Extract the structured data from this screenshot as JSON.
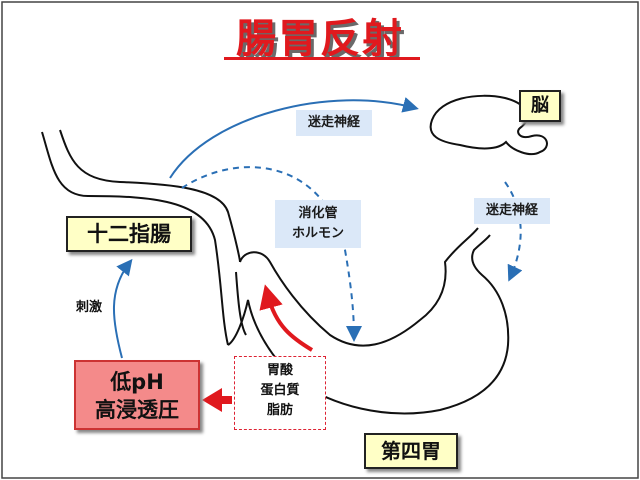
{
  "title": "腸胃反射",
  "labels": {
    "brain": "脳",
    "duodenum": "十二指腸",
    "abomasum": "第四胃",
    "vagus_top": "迷走神経",
    "vagus_right": "迷走神経",
    "hormone_line1": "消化管",
    "hormone_line2": "ホルモン",
    "stimulus": "刺激",
    "contents_line1": "胃酸",
    "contents_line2": "蛋白質",
    "contents_line3": "脂肪",
    "condition_line1": "低pH",
    "condition_line2": "高浸透圧"
  },
  "colors": {
    "title": "#e0191e",
    "nerve_arrow": "#2a6fb5",
    "outline": "#111111",
    "red_arrow": "#e0191e"
  }
}
